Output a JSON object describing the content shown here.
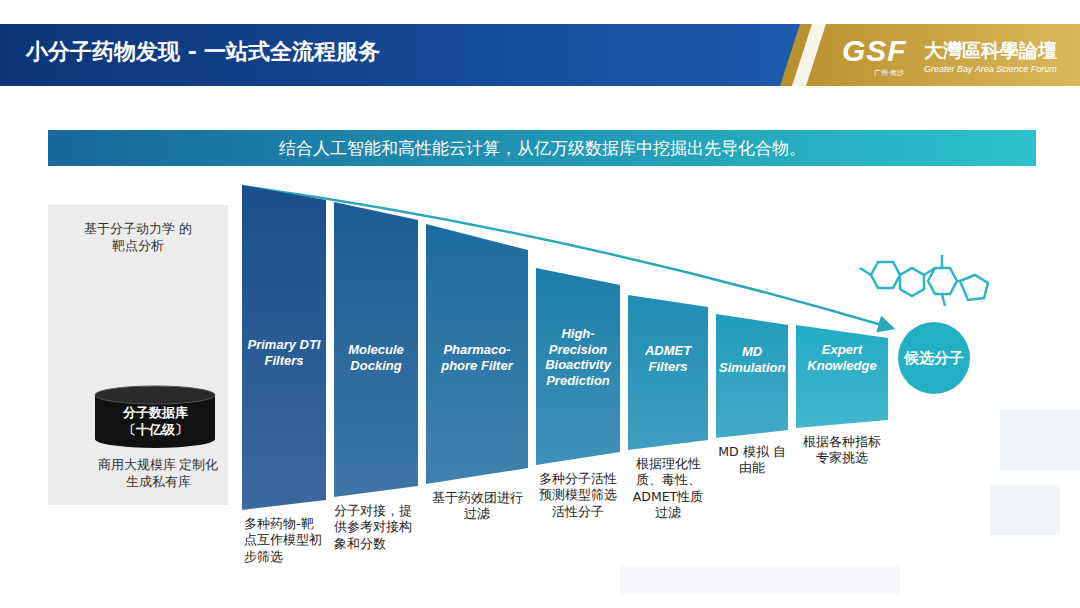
{
  "diagram": {
    "title": "小分子药物发现 - 一站式全流程服务",
    "nodes": [
      {
        "text": [
          "结合人工智能和高性能云计算，从亿万级数据库中挖掘出先导化合物。"
        ]
      },
      {
        "text": [
          "基于分子动力学 的靶点分析",
          "商用大规模库 定制化生成私有库"
        ]
      },
      {
        "text": [
          "分子数据库 〔十亿级〕"
        ],
        "in": 1
      },
      {
        "text": [
          "Primary DTI Filters",
          "多种药物-靶点互作模型初步筛选"
        ]
      },
      {
        "text": [
          "Molecule Docking",
          "分子对接，提供参考对接构象和分数"
        ]
      },
      {
        "text": [
          "Pharmaco- phore Filter",
          "基于药效团进行过滤"
        ]
      },
      {
        "text": [
          "High- Precision Bioactivity Prediction",
          "多种分子活性预测模型筛选活性分子"
        ]
      },
      {
        "text": [
          "ADMET Filters",
          "根据理化性质、毒性、ADMET性质过滤"
        ]
      },
      {
        "text": [
          "MD Simulation",
          "MD 模拟 自由能"
        ]
      },
      {
        "text": [
          "Expert Knowledge",
          "根据各种指标 专家挑选"
        ]
      },
      {
        "text": [
          "候选分子"
        ]
      }
    ],
    "labels": [
      "GSF",
      "广州·南沙",
      "大灣區科學論壇",
      "Greater Bay Area Science Forum"
    ]
  }
}
